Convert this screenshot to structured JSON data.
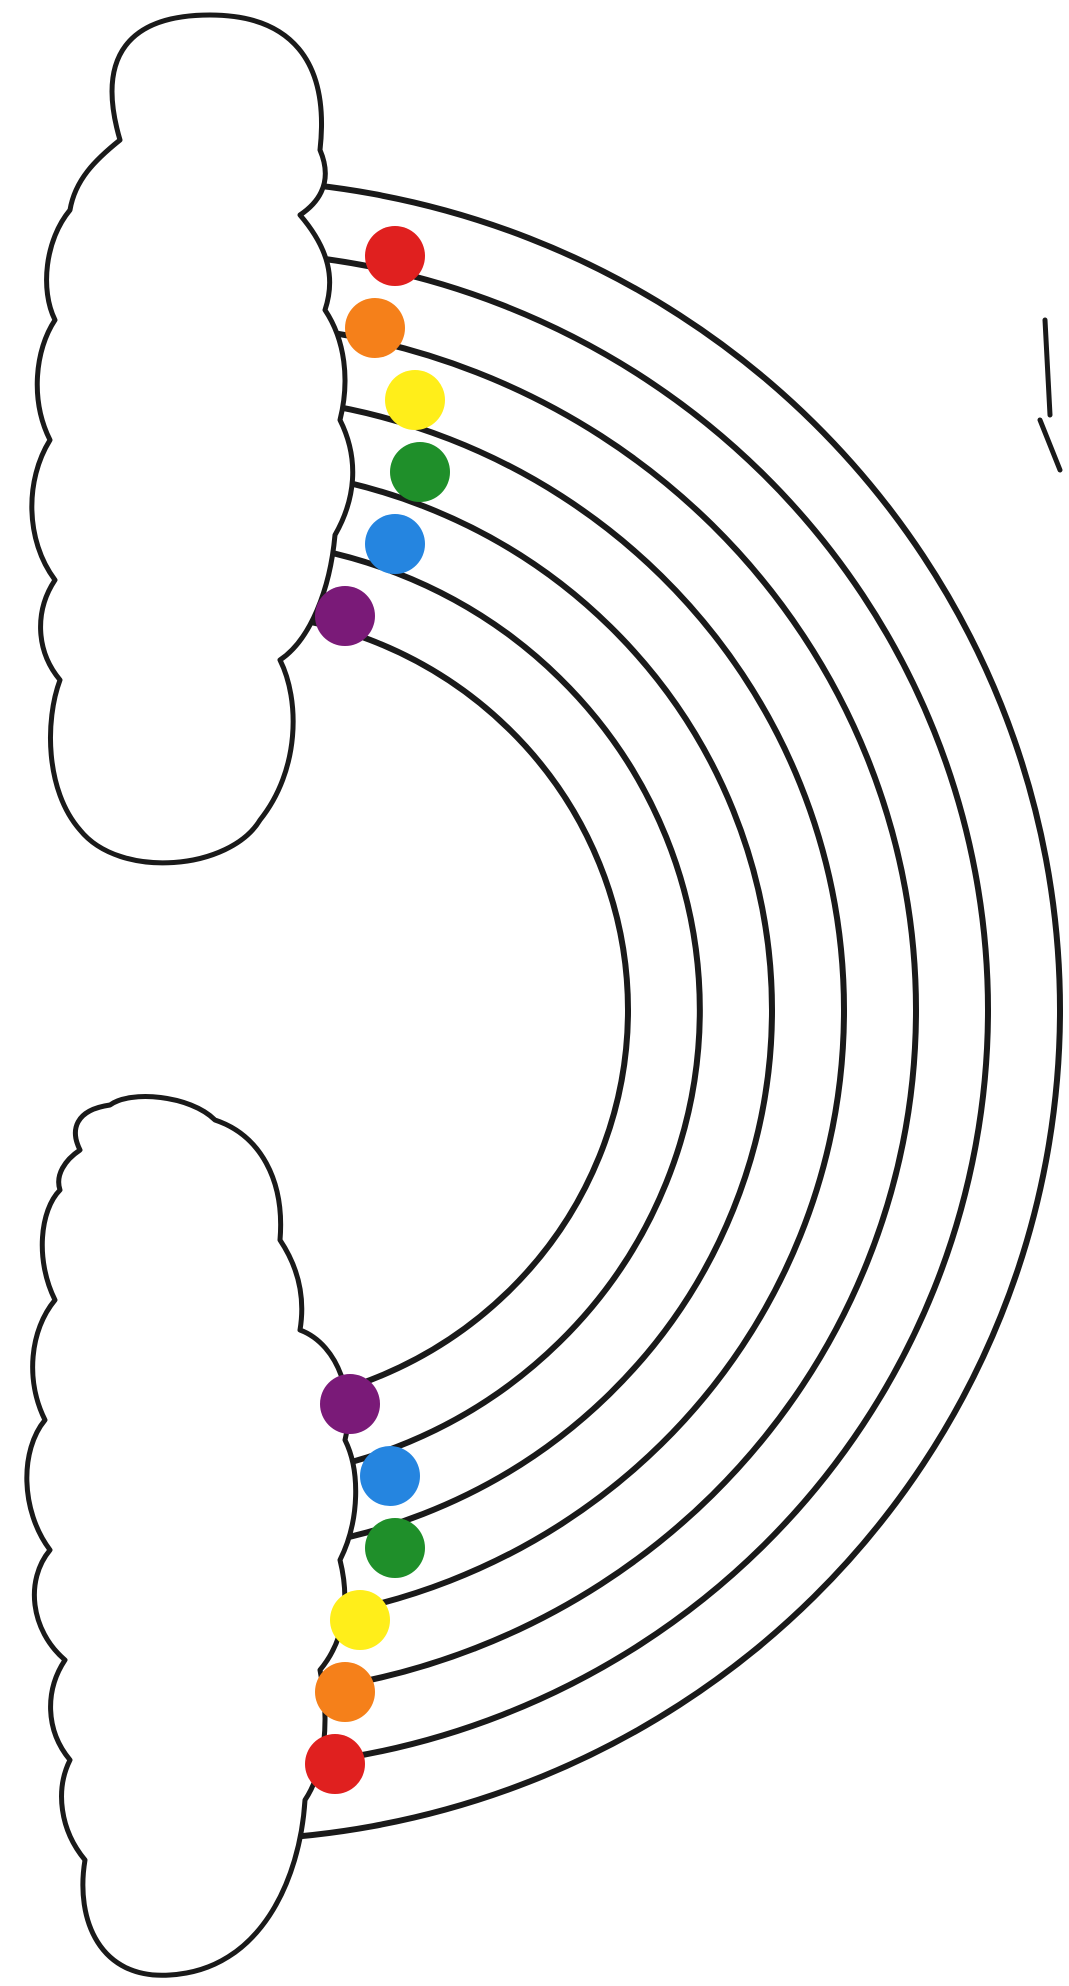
{
  "artwork": {
    "subject": "rainbow-between-two-clouds",
    "stroke_color": "#1a1a1a",
    "background_color": "#ffffff",
    "bands": [
      {
        "name": "red",
        "color": "#e0201f"
      },
      {
        "name": "orange",
        "color": "#f5801a"
      },
      {
        "name": "yellow",
        "color": "#ffee1a"
      },
      {
        "name": "green",
        "color": "#1f8f2a"
      },
      {
        "name": "blue",
        "color": "#2585e0"
      },
      {
        "name": "purple",
        "color": "#7a1a78"
      }
    ]
  }
}
